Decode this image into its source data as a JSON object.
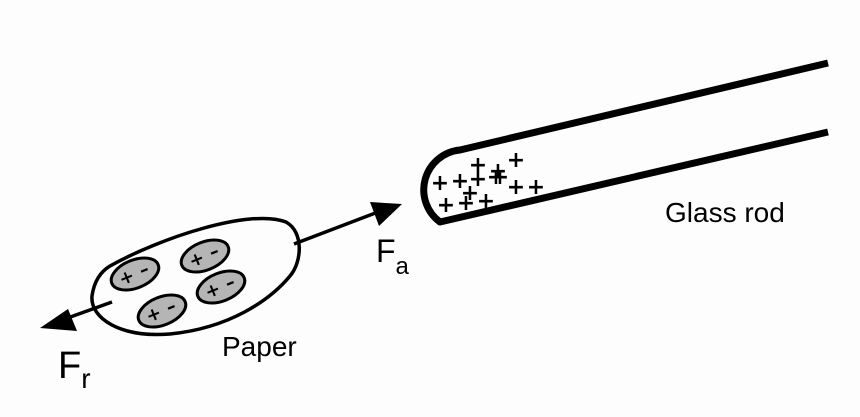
{
  "labels": {
    "glass_rod": "Glass rod",
    "paper": "Paper",
    "force_attraction": {
      "main": "F",
      "sub": "a"
    },
    "force_repulsion": {
      "main": "F",
      "sub": "r"
    }
  },
  "glass_rod_charge": [
    "+",
    "+",
    "+",
    "+",
    "+",
    "+",
    "+",
    "+",
    "+",
    "+",
    "+",
    "+",
    "+",
    "+"
  ],
  "paper_molecules": [
    {
      "pos": "+",
      "neg": "–"
    },
    {
      "pos": "+",
      "neg": "–"
    },
    {
      "pos": "+",
      "neg": "–"
    },
    {
      "pos": "+",
      "neg": "–"
    }
  ],
  "colors": {
    "ink": "#000000",
    "molecule_fill": "#b5b5b5",
    "background": "#fdfdfd"
  }
}
